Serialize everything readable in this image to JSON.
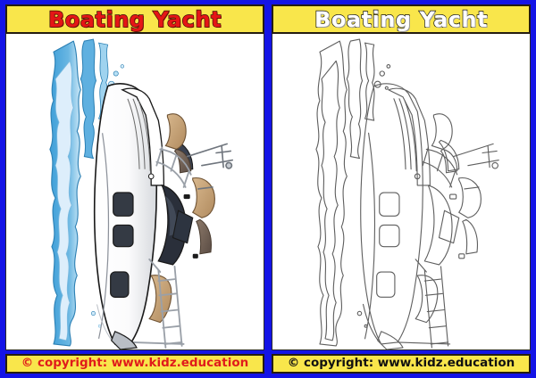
{
  "page": {
    "background_color": "#1414e6",
    "title_bar_color": "#f9e64b",
    "footer_bar_color": "#f9e64b"
  },
  "left_panel": {
    "title": "Boating Yacht",
    "title_color": "#e51616",
    "footer": "© copyright: www.kidz.education",
    "footer_color": "#e01b1b",
    "artwork": {
      "name": "colored-yacht-illustration",
      "subject": "Boating Yacht",
      "orientation": "rotated-90-degrees",
      "hull_color": "#ffffff",
      "water_color": "#3f9fd8",
      "water_highlight": "#cde8f7",
      "window_color": "#343a44",
      "deck_wood_color": "#c9a375",
      "outline_color": "#1a1a1a"
    }
  },
  "right_panel": {
    "title": "Boating Yacht",
    "title_color": "#ffffff",
    "footer": "© copyright: www.kidz.education",
    "footer_color": "#111111",
    "artwork": {
      "name": "outline-yacht-coloring-page",
      "subject": "Boating Yacht",
      "orientation": "rotated-90-degrees",
      "fill_color": "#ffffff",
      "outline_color": "#5a5a5a"
    }
  }
}
